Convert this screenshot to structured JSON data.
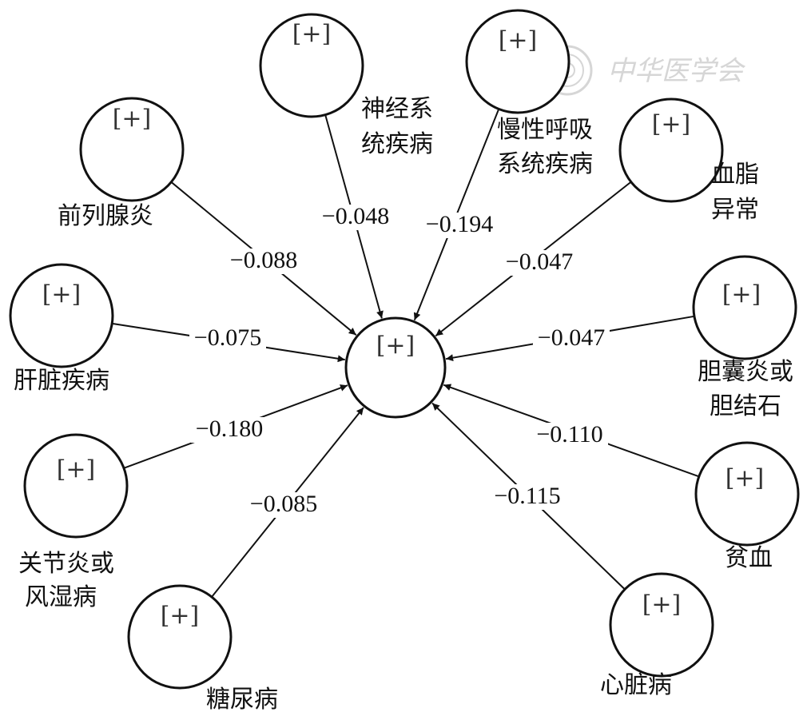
{
  "diagram": {
    "center": {
      "symbol": "[+]"
    },
    "nodes": [
      {
        "id": "prostatitis",
        "label": [
          "前列腺炎"
        ],
        "symbol": "[+]",
        "weight": "−0.088"
      },
      {
        "id": "neuro",
        "label": [
          "神经系",
          "统疾病"
        ],
        "symbol": "[+]",
        "weight": "−0.048"
      },
      {
        "id": "respiratory",
        "label": [
          "慢性呼吸",
          "系统疾病"
        ],
        "symbol": "[+]",
        "weight": "−0.194"
      },
      {
        "id": "dyslipidemia",
        "label": [
          "血脂",
          "异常"
        ],
        "symbol": "[+]",
        "weight": "−0.047"
      },
      {
        "id": "gallbladder",
        "label": [
          "胆囊炎或",
          "胆结石"
        ],
        "symbol": "[+]",
        "weight": "−0.047"
      },
      {
        "id": "anemia",
        "label": [
          "贫血"
        ],
        "symbol": "[+]",
        "weight": "−0.110"
      },
      {
        "id": "heart",
        "label": [
          "心脏病"
        ],
        "symbol": "[+]",
        "weight": "−0.115"
      },
      {
        "id": "diabetes",
        "label": [
          "糖尿病"
        ],
        "symbol": "[+]",
        "weight": "−0.085"
      },
      {
        "id": "arthritis",
        "label": [
          "关节炎或",
          "风湿病"
        ],
        "symbol": "[+]",
        "weight": "−0.180"
      },
      {
        "id": "liver",
        "label": [
          "肝脏疾病"
        ],
        "symbol": "[+]",
        "weight": "−0.075"
      }
    ]
  },
  "watermark": {
    "text": "中华医学会"
  }
}
